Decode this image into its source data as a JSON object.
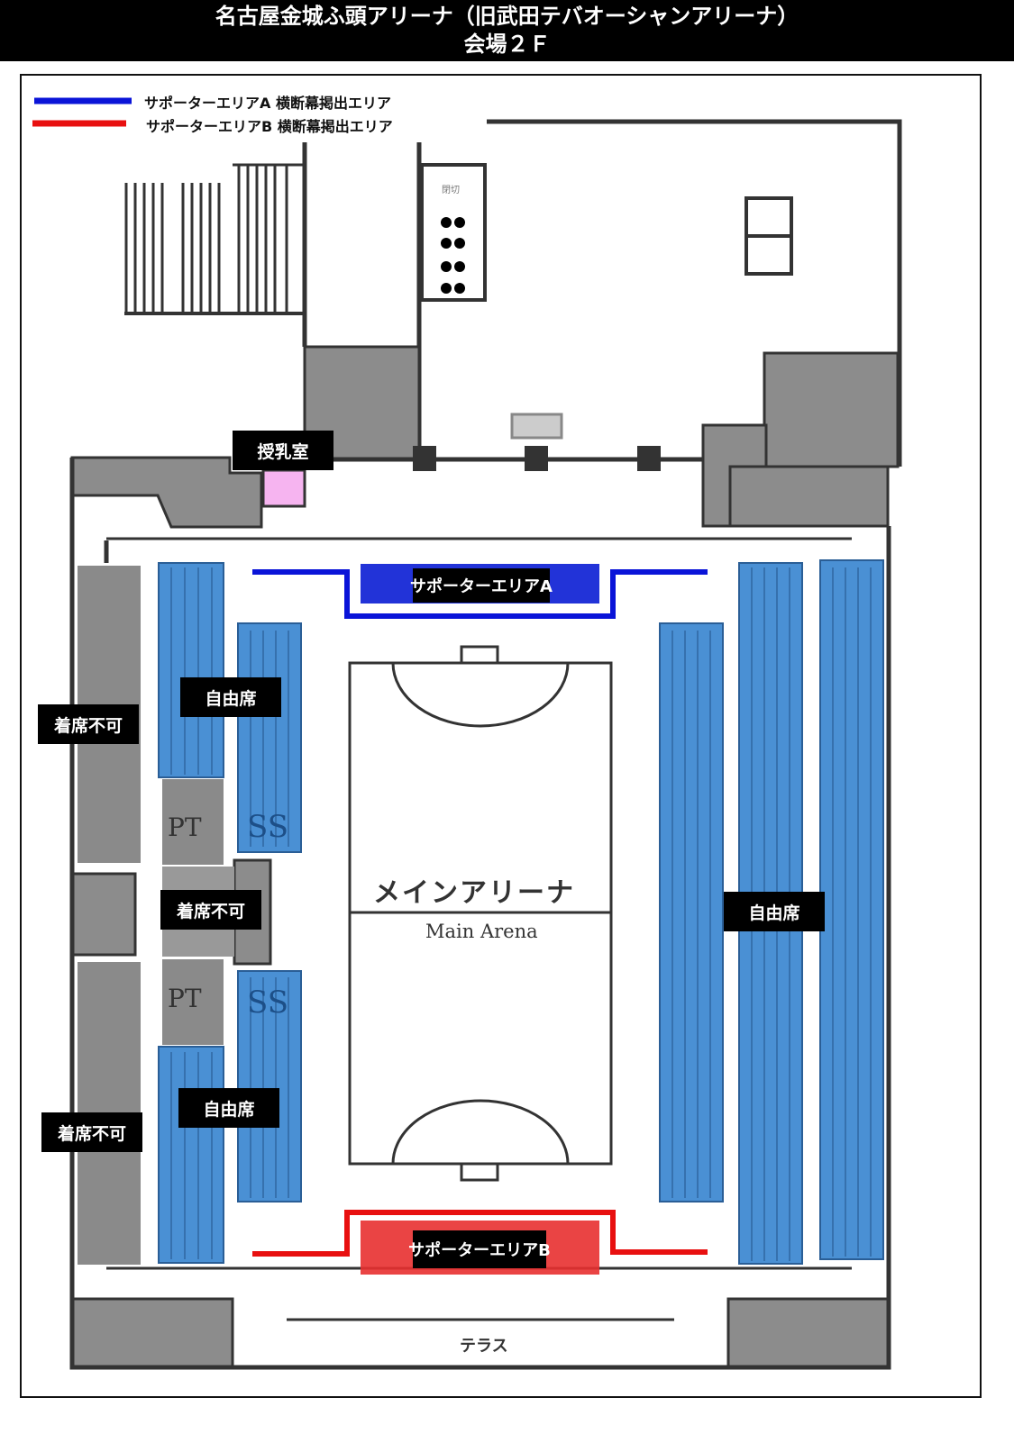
{
  "header": {
    "title": "名古屋金城ふ頭アリーナ（旧武田テバオーシャンアリーナ）",
    "subtitle": "会場２Ｆ"
  },
  "legend": [
    {
      "label": "サポーターエリアA 横断幕掲出エリア",
      "color": "#0a14d8"
    },
    {
      "label": "サポーターエリアB 横断幕掲出エリア",
      "color": "#e81010"
    }
  ],
  "labels": {
    "nursing_room": "授乳室",
    "free_seat_left_top": "自由席",
    "free_seat_left_bottom": "自由席",
    "free_seat_right": "自由席",
    "no_seat_left_top": "着席不可",
    "no_seat_center": "着席不可",
    "no_seat_left_bottom": "着席不可",
    "supporter_a": "サポーターエリアA",
    "supporter_b": "サポーターエリアB",
    "pt_top": "PT",
    "pt_bottom": "PT",
    "ss_top": "SS",
    "ss_bottom": "SS",
    "arena_jp": "メインアリーナ",
    "arena_en": "Main Arena",
    "terrace": "テラス",
    "closed": "閉切"
  },
  "colors": {
    "seat_blue": "#4a90d4",
    "seat_gray": "#8a8a8a",
    "wall": "#333333",
    "nursing": "#f6b4f0"
  }
}
